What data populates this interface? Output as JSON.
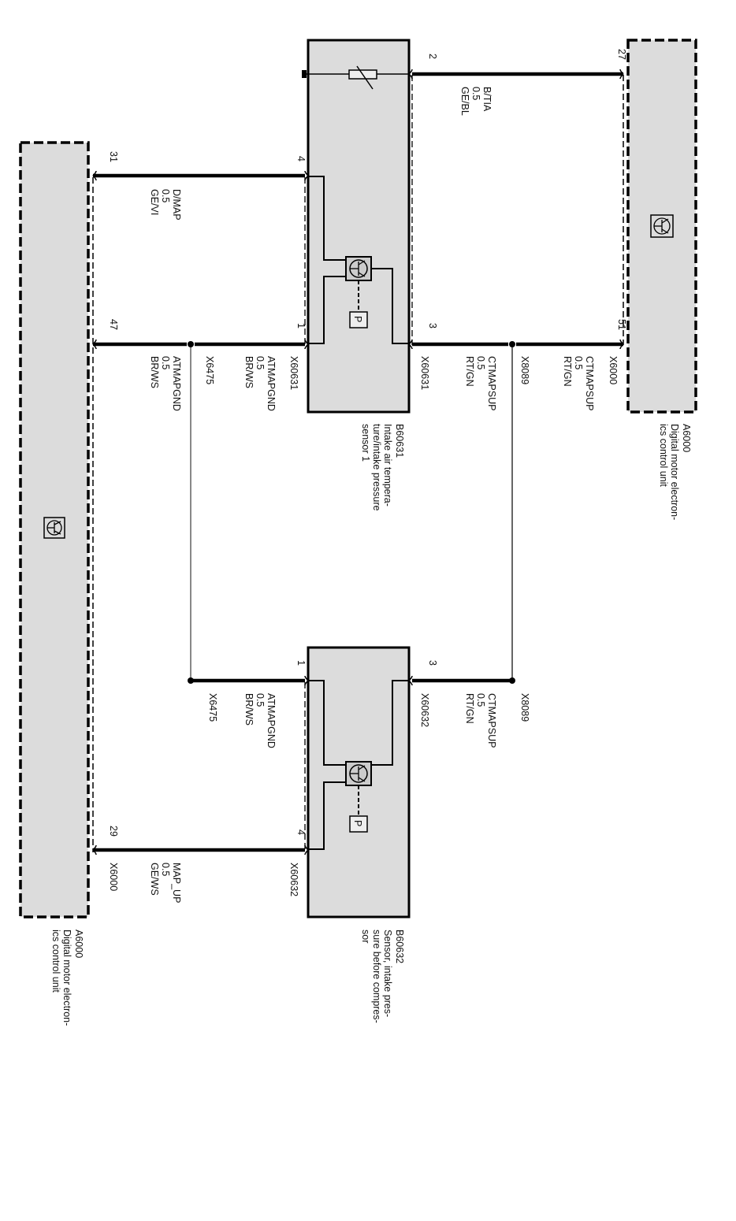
{
  "components": {
    "ecu_top": {
      "id": "A6000",
      "desc_lines": [
        "Digital motor electron-",
        "ics control unit"
      ],
      "icon": "transistor-control-unit-icon"
    },
    "ecu_bottom": {
      "id": "A6000",
      "desc_lines": [
        "Digital motor electron-",
        "ics control unit"
      ],
      "icon": "transistor-control-unit-icon"
    },
    "sensor1": {
      "id": "B60631",
      "desc_lines": [
        "Intake air tempera-",
        "ture/intake pressure",
        "sensor 1"
      ],
      "pressure_symbol": "P",
      "icon": "pressure-sensor-icon"
    },
    "sensor2": {
      "id": "B60632",
      "desc_lines": [
        "Sensor, intake pres-",
        "sure before compres-",
        "sor"
      ],
      "pressure_symbol": "P",
      "icon": "pressure-sensor-icon"
    }
  },
  "wires": {
    "btia": {
      "pin_from": "2",
      "pin_to": "27",
      "signal": "B/TIA",
      "size": "0.5",
      "color": "GE/BL"
    },
    "dmap": {
      "pin_from": "4",
      "pin_to": "31",
      "signal": "D/MAP",
      "size": "0.5",
      "color": "GE/VI"
    },
    "ctmapsup_ecu": {
      "pin": "51",
      "connector": "X6000",
      "signal": "CTMAPSUP",
      "size": "0.5",
      "color": "RT/GN",
      "splice": "X8089"
    },
    "ctmapsup_s1": {
      "pin": "3",
      "connector": "X60631",
      "signal": "CTMAPSUP",
      "size": "0.5",
      "color": "RT/GN"
    },
    "atmapgnd_s1": {
      "pin": "1",
      "connector": "X60631",
      "signal": "ATMAPGND",
      "size": "0.5",
      "color": "BR/WS",
      "splice": "X6475"
    },
    "atmapgnd_ecu": {
      "pin": "47",
      "signal": "ATMAPGND",
      "size": "0.5",
      "color": "BR/WS"
    },
    "ctmapsup_s2": {
      "pin": "3",
      "connector": "X60632",
      "signal": "CTMAPSUP",
      "size": "0.5",
      "color": "RT/GN",
      "splice": "X8089"
    },
    "atmapgnd_s2": {
      "pin": "1",
      "signal": "ATMAPGND",
      "size": "0.5",
      "color": "BR/WS",
      "splice": "X6475"
    },
    "map_up": {
      "pin_from": "4",
      "connector_from": "X60632",
      "pin_to": "29",
      "connector_to": "X6000",
      "signal": "MAP_UP",
      "size": "0.5",
      "color": "GE/WS"
    }
  },
  "colors": {
    "component_fill": "#dcdcdc",
    "line": "#000000",
    "splice_line": "#555555"
  }
}
